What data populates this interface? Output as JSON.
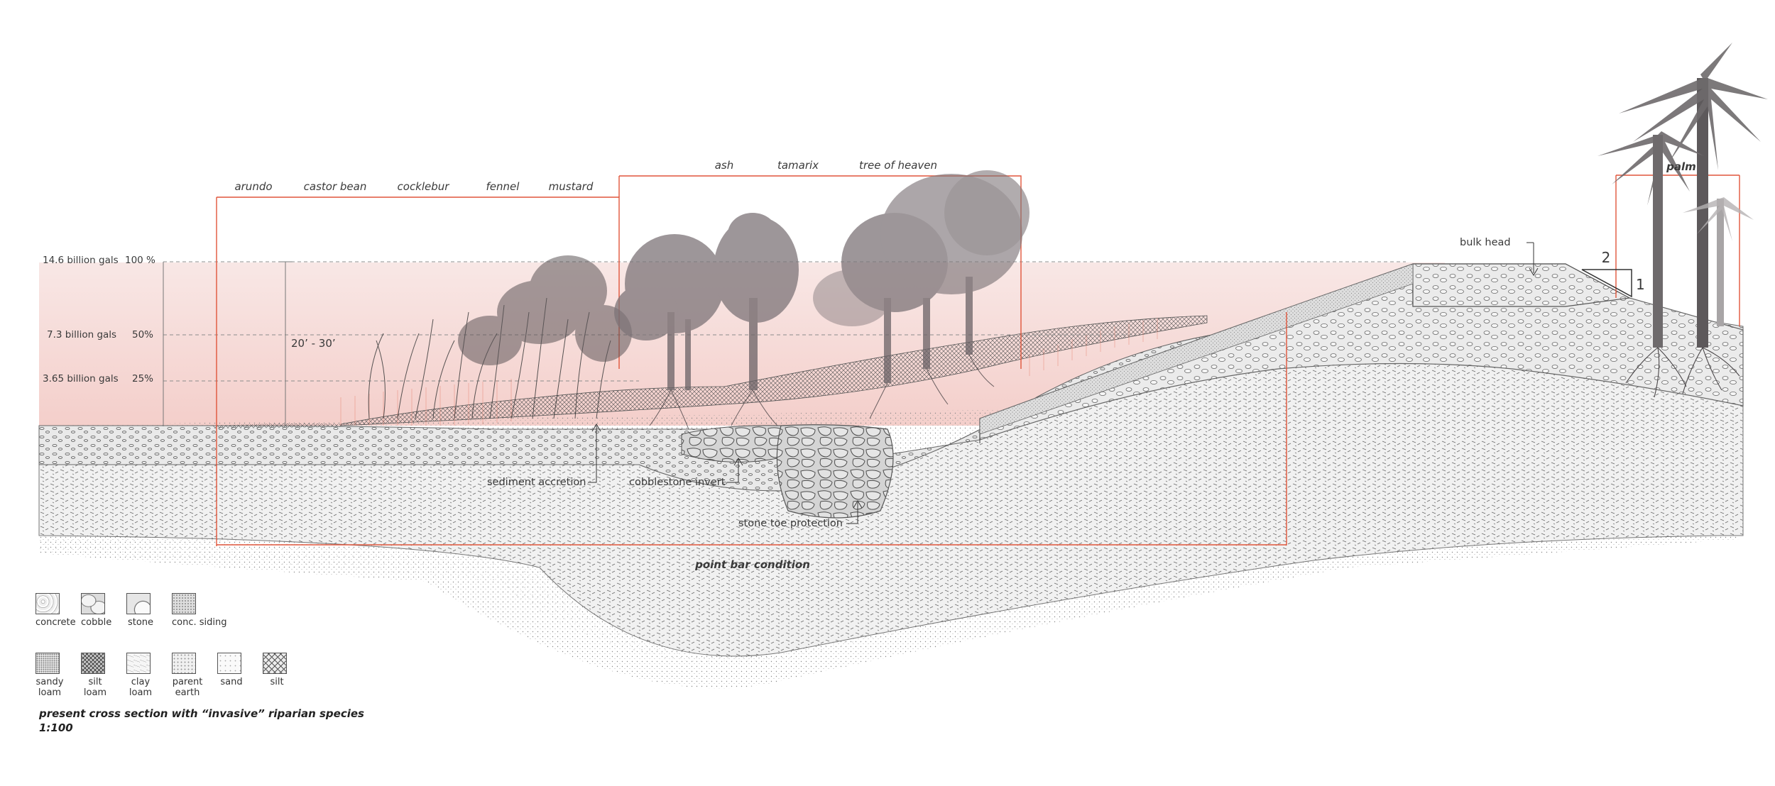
{
  "species_invasive_herbs": [
    "arundo",
    "castor bean",
    "cocklebur",
    "fennel",
    "mustard"
  ],
  "species_trees": [
    "ash",
    "tamarix",
    "tree of heaven"
  ],
  "species_palm": "palm",
  "water_levels": [
    {
      "volume": "14.6 billion gals",
      "percent": "100 %"
    },
    {
      "volume": "7.3 billion gals",
      "percent": "50%"
    },
    {
      "volume": "3.65 billion gals",
      "percent": "25%"
    }
  ],
  "depth_label": "20’ - 30’",
  "slope": {
    "rise": "1",
    "run": "2"
  },
  "annotations": {
    "bulk_head": "bulk head",
    "sediment_accretion": "sediment accretion",
    "cobblestone_invert": "cobblestone invert",
    "stone_toe_protection": "stone toe protection",
    "point_bar_condition": "point bar condition"
  },
  "legend_row1": [
    {
      "label": "concrete"
    },
    {
      "label": "cobble"
    },
    {
      "label": "stone"
    },
    {
      "label": "conc. siding"
    }
  ],
  "legend_row2": [
    {
      "label": "sandy loam"
    },
    {
      "label": "silt loam"
    },
    {
      "label": "clay loam"
    },
    {
      "label": "parent earth"
    },
    {
      "label": "sand"
    },
    {
      "label": "silt"
    }
  ],
  "caption": {
    "line1": "present cross section with “invasive” riparian species",
    "line2": "1:100"
  },
  "colors": {
    "accent_red": "#e0553b",
    "water_pink": "#f3c9c5",
    "tree_grey": "#7d7478",
    "ground_line": "#666666"
  }
}
